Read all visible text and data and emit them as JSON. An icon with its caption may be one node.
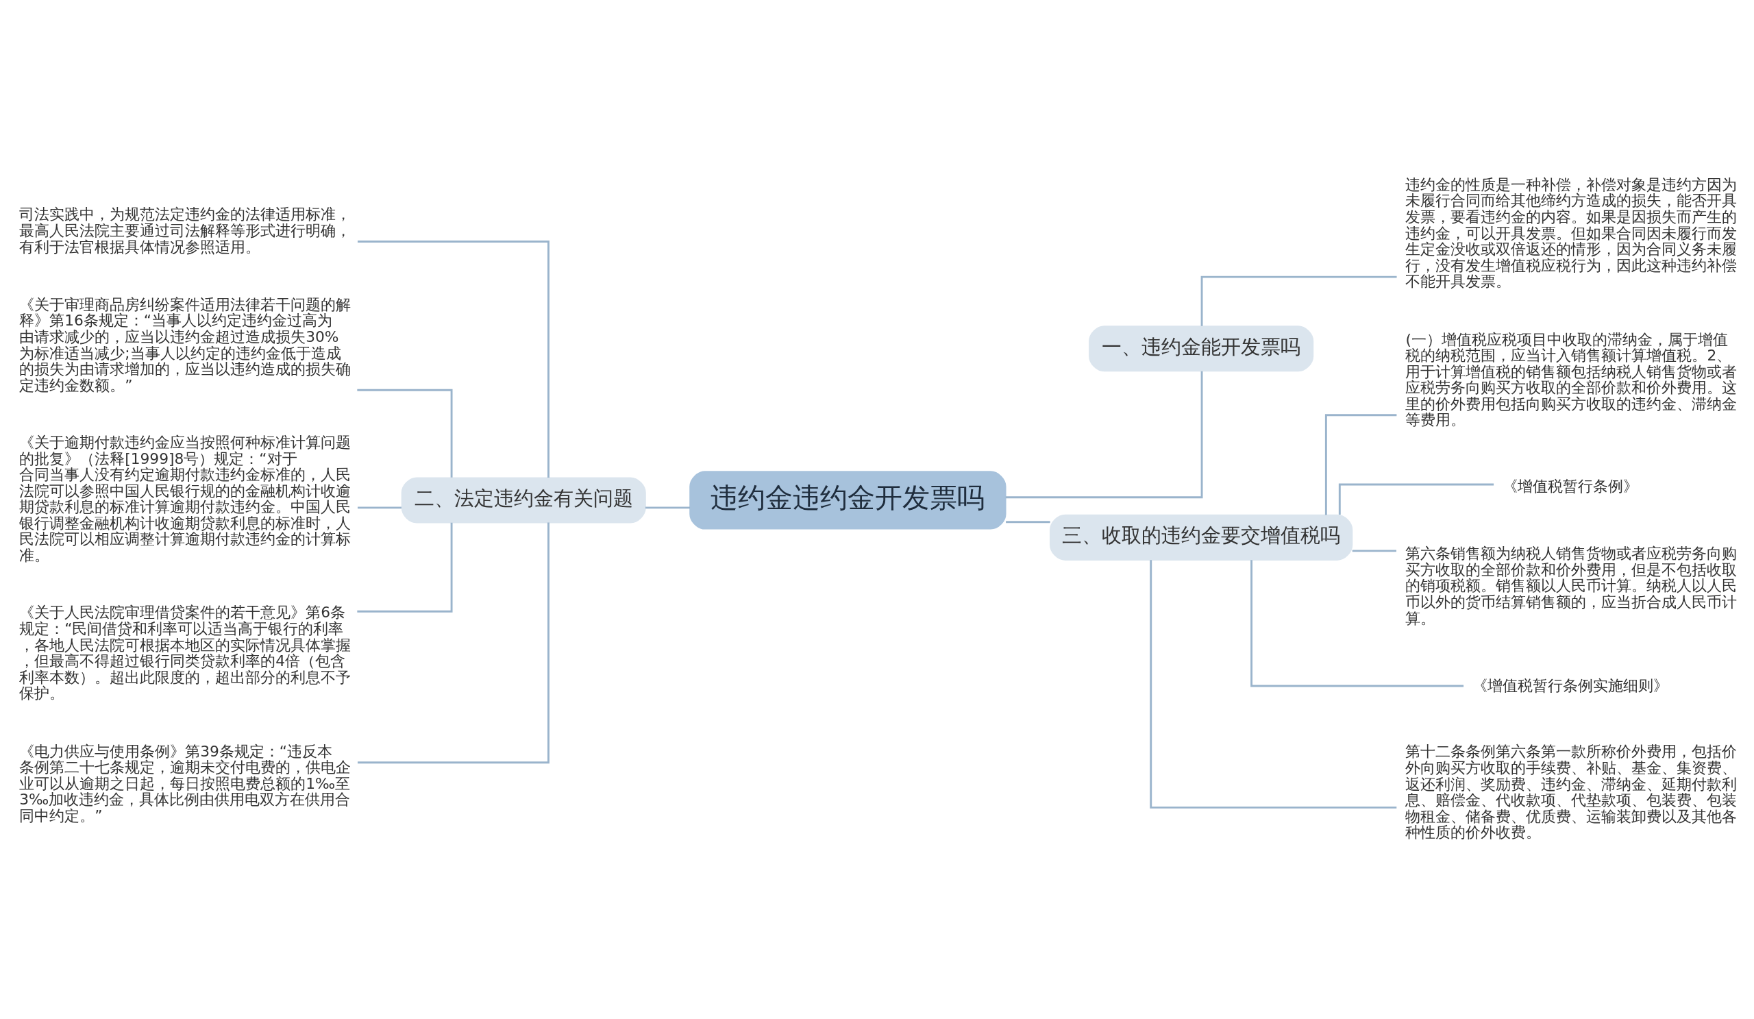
{
  "diagram": {
    "nodes": [
      {
        "text": [
          "违约金违约金开发票吗"
        ]
      },
      {
        "text": [
          "一、违约金能开发票吗"
        ]
      },
      {
        "text": [
          "违约金的性质是一种补偿，补偿对象是违约方因为未履行合同而给其他缔约方造成的损失，能否开具发票，要看违约金的内容。如果是因损失而产生的违约金，可以开具发票。但如果合同因未履行而发生定金没收或双倍返还的情形，因为合同义务未履行，没有发生增值税应税行为，因此这种违约补偿不能开具发票。"
        ]
      },
      {
        "text": [
          "二、法定违约金有关问题"
        ]
      },
      {
        "text": [
          "司法实践中，为规范法定违约金的法律适用标准，最高人民法院主要通过司法解释等形式进行明确，有利于法官根据具体情况参照适用。"
        ]
      },
      {
        "text": [
          "《关于审理商品房纠纷案件适用法律若干问题的解释》第16条规定：“当事人以约定违约金过高为由请求减少的，应当以违约金超过造成损失30%为标准适当减少;当事人以约定的违约金低于造成的损失为由请求增加的，应当以违约造成的损失确定违约金数额。”"
        ]
      },
      {
        "text": [
          "《关于逾期付款违约金应当按照何种标准计算问题的批复》（法释[1999]8号）规定：“对于合同当事人没有约定逾期付款违约金标准的，人民法院可以参照中国人民银行规的的金融机构计收逾期贷款利息的标准计算逾期付款违约金。中国人民银行调整金融机构计收逾期贷款利息的标准时，人民法院可以相应调整计算逾期付款违约金的计算标准。"
        ]
      },
      {
        "text": [
          "《关于人民法院审理借贷案件的若干意见》第6条规定：“民间借贷和利率可以适当高于银行的利率，各地人民法院可根据本地区的实际情况具体掌握，但最高不得超过银行同类贷款利率的4倍（包含利率本数）。超出此限度的，超出部分的利息不予保护。"
        ]
      },
      {
        "text": [
          "《电力供应与使用条例》第39条规定：“违反本条例第二十七条规定，逾期未交付电费的，供电企业可以从逾期之日起，每日按照电费总额的1‰至3‰加收违约金，具体比例由供用电双方在供用合同中约定。”"
        ]
      },
      {
        "text": [
          "三、收取的违约金要交增值税吗"
        ]
      },
      {
        "text": [
          "(一）增值税应税项目中收取的滞纳金，属于增值税的纳税范围，应当计入销售额计算增值税。2、用于计算增值税的销售额包括纳税人销售货物或者应税劳务向购买方收取的全部价款和价外费用。这里的价外费用包括向购买方收取的违约金、滞纳金等费用。"
        ]
      },
      {
        "text": [
          "《增值税暂行条例》"
        ]
      },
      {
        "text": [
          "第六条销售额为纳税人销售货物或者应税劳务向购买方收取的全部价款和价外费用，但是不包括收取的销项税额。销售额以人民币计算。纳税人以人民币以外的货币结算销售额的，应当折合成人民币计算。"
        ]
      },
      {
        "text": [
          "《增值税暂行条例实施细则》"
        ]
      },
      {
        "text": [
          "第十二条条例第六条第一款所称价外费用，包括价外向购买方收取的手续费、补贴、基金、集资费、返还利润、奖励费、违约金、滞纳金、延期付款利息、赔偿金、代收款项、代垫款项、包装费、包装物租金、储备费、优质费、运输装卸费以及其他各种性质的价外收费。"
        ]
      }
    ],
    "edges": [
      {
        "from": 0,
        "to": 1,
        "arrow": "none"
      },
      {
        "from": 1,
        "to": 2,
        "arrow": "none"
      },
      {
        "from": 0,
        "to": 3,
        "arrow": "none"
      },
      {
        "from": 3,
        "to": 4,
        "arrow": "none"
      },
      {
        "from": 3,
        "to": 5,
        "arrow": "none"
      },
      {
        "from": 3,
        "to": 6,
        "arrow": "none"
      },
      {
        "from": 3,
        "to": 7,
        "arrow": "none"
      },
      {
        "from": 3,
        "to": 8,
        "arrow": "none"
      },
      {
        "from": 0,
        "to": 9,
        "arrow": "none"
      },
      {
        "from": 9,
        "to": 10,
        "arrow": "none"
      },
      {
        "from": 9,
        "to": 11,
        "arrow": "none"
      },
      {
        "from": 9,
        "to": 12,
        "arrow": "none"
      },
      {
        "from": 9,
        "to": 13,
        "arrow": "none"
      },
      {
        "from": 9,
        "to": 14,
        "arrow": "none"
      }
    ]
  }
}
